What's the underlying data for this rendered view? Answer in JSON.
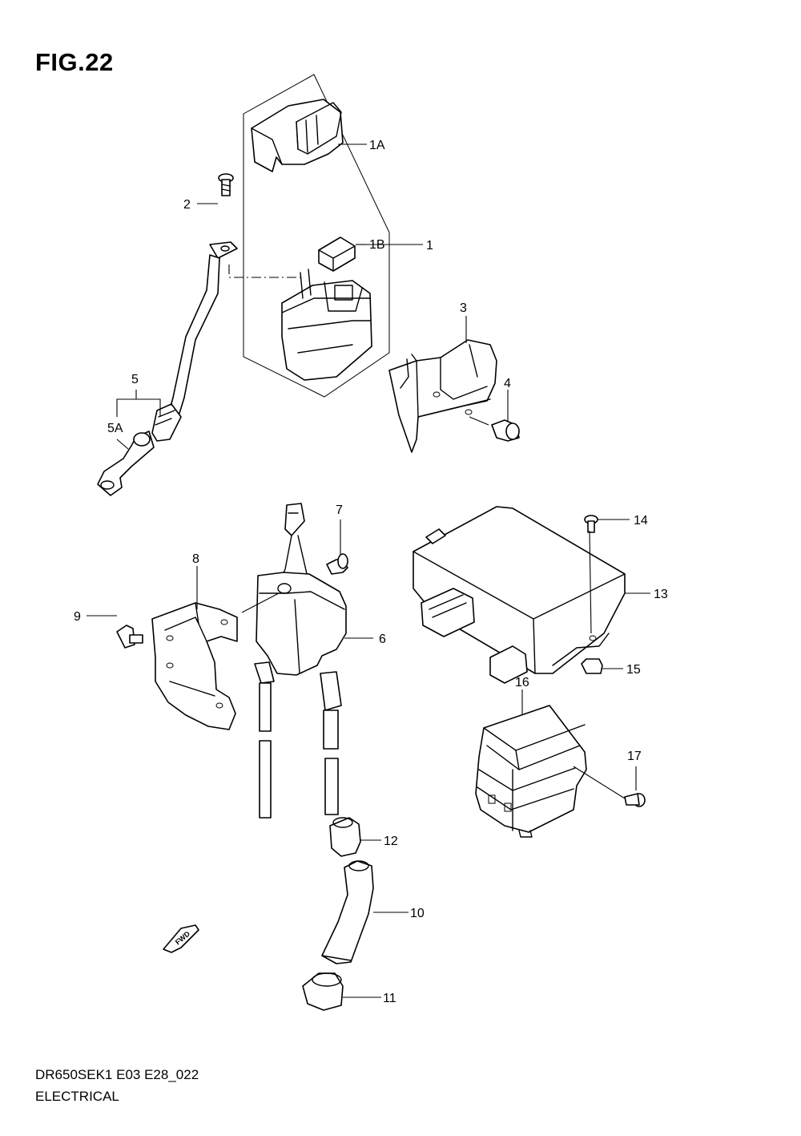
{
  "figure": {
    "title": "FIG.22",
    "code": "DR650SEK1 E03 E28_022",
    "caption": "ELECTRICAL",
    "fwd_label": "FWD"
  },
  "callouts": {
    "c1": "1",
    "c1a": "1A",
    "c1b": "1B",
    "c2": "2",
    "c3": "3",
    "c4": "4",
    "c5": "5",
    "c5a": "5A",
    "c6": "6",
    "c7": "7",
    "c8": "8",
    "c9": "9",
    "c10": "10",
    "c11": "11",
    "c12": "12",
    "c13": "13",
    "c14": "14",
    "c15": "15",
    "c16": "16",
    "c17": "17"
  }
}
